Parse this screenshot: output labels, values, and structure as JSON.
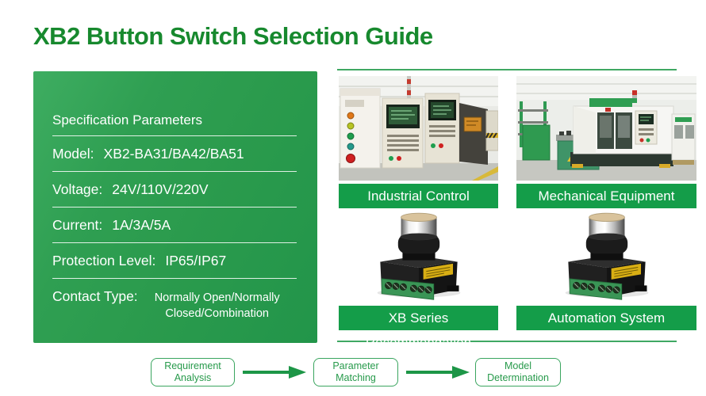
{
  "title": "XB2 Button Switch Selection Guide",
  "colors": {
    "brand_green": "#17892e",
    "panel_green": "#2b9b4d",
    "caption_green": "#149d49"
  },
  "spec_panel": {
    "heading": "Specification Parameters",
    "rows": [
      {
        "label": "Model:",
        "value": "XB2-BA31/BA42/BA51"
      },
      {
        "label": "Voltage:",
        "value": "24V/110V/220V"
      },
      {
        "label": "Current:",
        "value": "1A/3A/5A"
      },
      {
        "label": "Protection Level:",
        "value": "IP65/IP67"
      },
      {
        "label": "Contact Type:",
        "value": "Normally Open/Normally Closed/Combination"
      }
    ]
  },
  "gallery": [
    {
      "caption": "Industrial Control"
    },
    {
      "caption": "Mechanical Equipment"
    },
    {
      "caption": "XB Series Recommendation"
    },
    {
      "caption": "Automation System"
    }
  ],
  "flow": {
    "steps": [
      {
        "line1": "Requirement",
        "line2": "Analysis"
      },
      {
        "line1": "Parameter",
        "line2": "Matching"
      },
      {
        "line1": "Model",
        "line2": "Determination"
      }
    ]
  }
}
